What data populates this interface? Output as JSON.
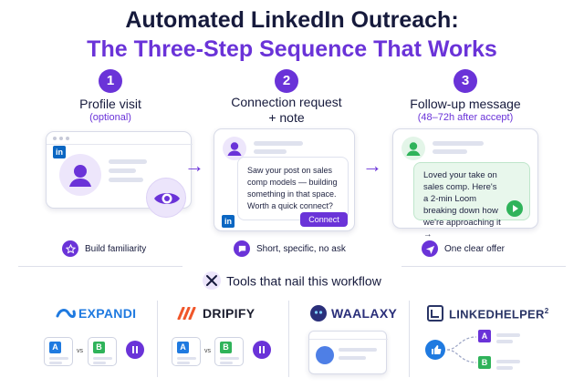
{
  "title": {
    "line1": "Automated LinkedIn Outreach:",
    "line2": "The Three-Step Sequence That Works"
  },
  "steps": [
    {
      "number": "1",
      "title": "Profile visit",
      "subtitle": "(optional)",
      "outcome": "Build familiarity",
      "outcome_icon": "star-icon"
    },
    {
      "number": "2",
      "title": "Connection request\n+ note",
      "subtitle": "",
      "message": "Saw your post on sales comp models — building something in that space. Worth a quick connect?",
      "button_label": "Connect",
      "outcome": "Short, specific, no ask",
      "outcome_icon": "chat-bubble-icon"
    },
    {
      "number": "3",
      "title": "Follow-up message",
      "subtitle": "(48–72h after accept)",
      "message": "Loved your take on sales comp. Here's a 2-min Loom breaking down how we're approaching it →",
      "outcome": "One clear offer",
      "outcome_icon": "send-icon"
    }
  ],
  "linkedin_badge": "in",
  "tools": {
    "title": "Tools that nail this workflow",
    "items": [
      {
        "name": "EXPANDI",
        "color": "#1f7ae0"
      },
      {
        "name": "DRIPIFY",
        "color": "#1b1d2e"
      },
      {
        "name": "WAALAXY",
        "color": "#2a2f7a"
      },
      {
        "name": "LINKEDHELPER",
        "sup": "2",
        "color": "#2a3566"
      }
    ],
    "ab": {
      "a": "A",
      "b": "B",
      "vs": "vs"
    }
  },
  "colors": {
    "accent": "#6a33d8",
    "linkedin": "#0a66c2",
    "green": "#2fb35a",
    "navy": "#161a3c"
  }
}
